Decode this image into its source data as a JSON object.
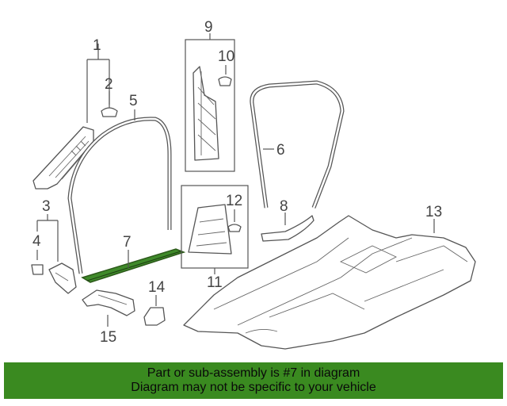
{
  "callouts": {
    "c1": "1",
    "c2": "2",
    "c3": "3",
    "c4": "4",
    "c5": "5",
    "c6": "6",
    "c7": "7",
    "c8": "8",
    "c9": "9",
    "c10": "10",
    "c11": "11",
    "c12": "12",
    "c13": "13",
    "c14": "14",
    "c15": "15"
  },
  "highlight_color": "#3f8a2a",
  "banner": {
    "line1": "Part or sub-assembly is #7 in diagram",
    "line2": "Diagram may not be specific to your vehicle",
    "background": "#3a8a20"
  }
}
